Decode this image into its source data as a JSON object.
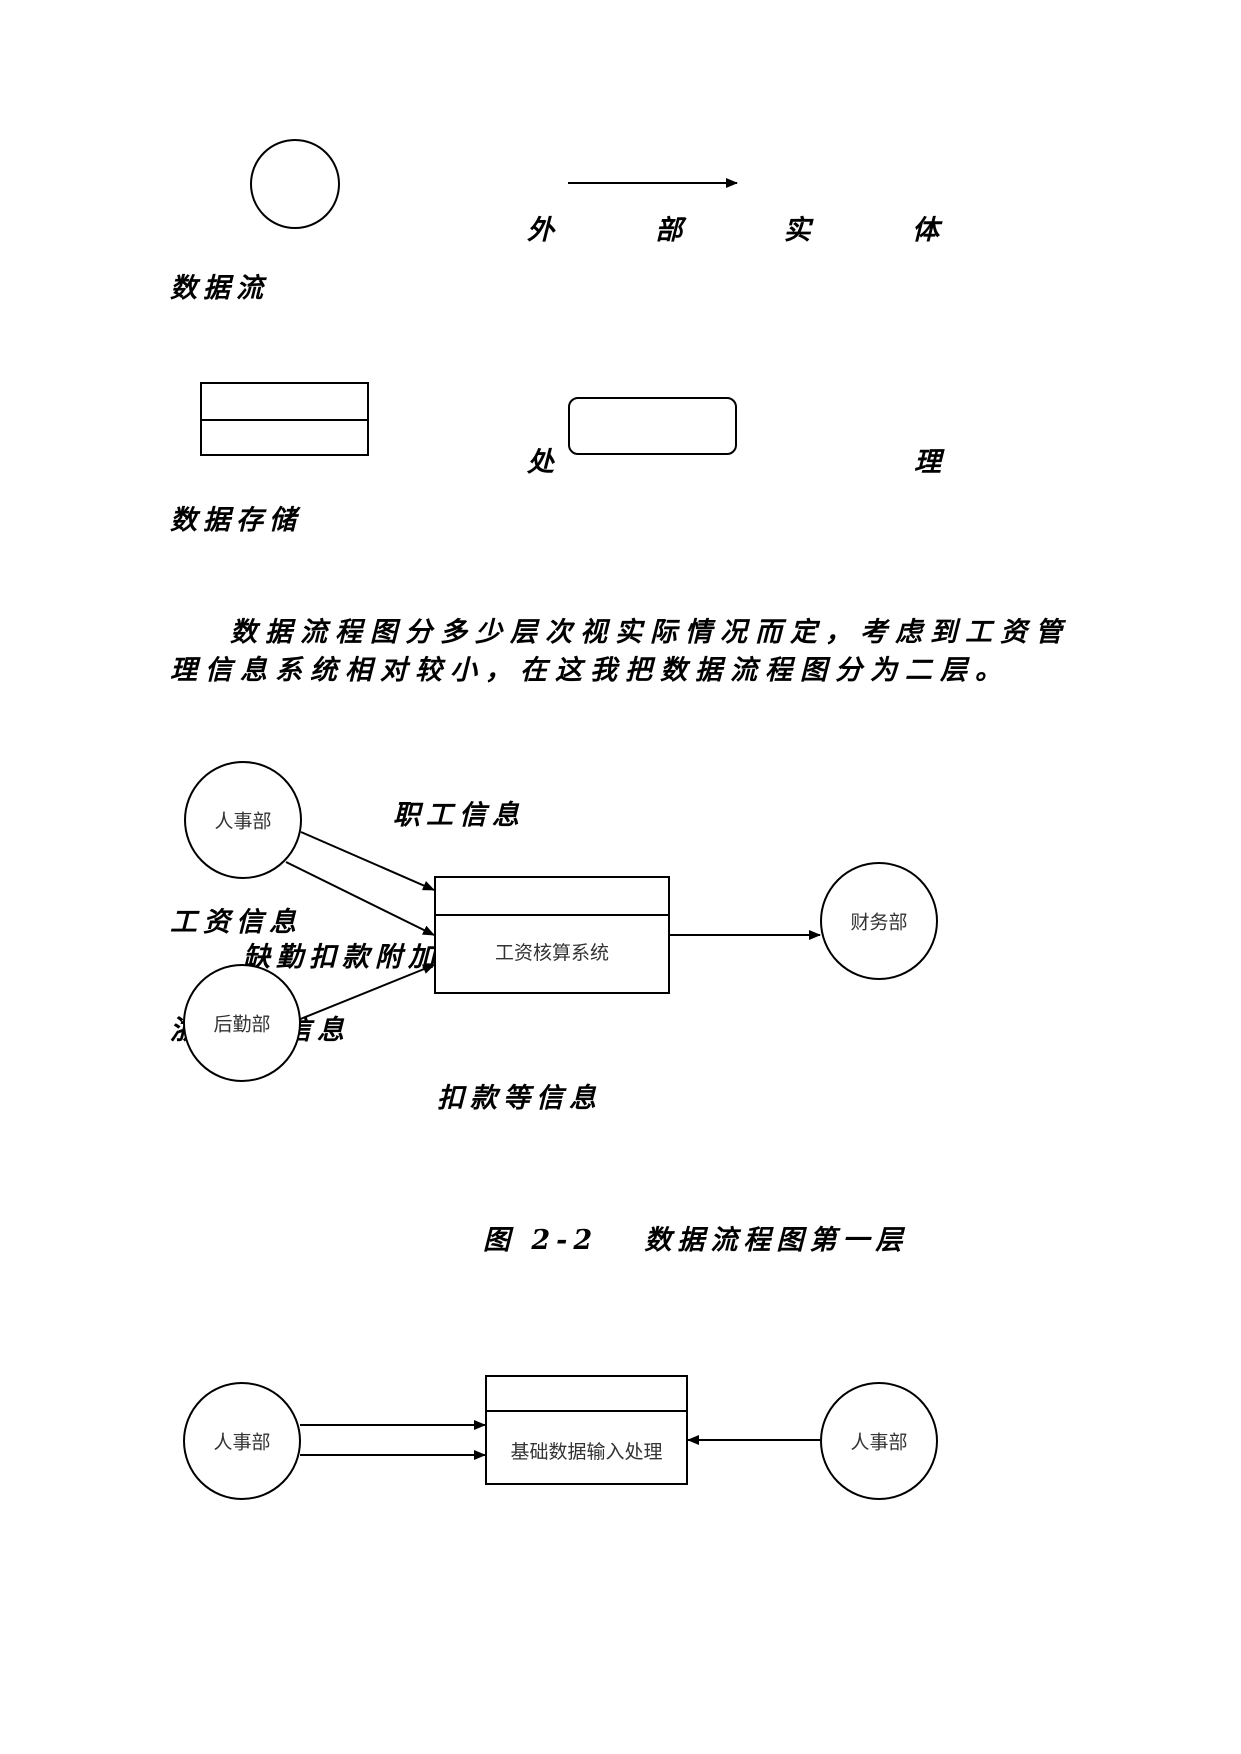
{
  "legend": {
    "external_entity": "外 部 实 体",
    "data_flow": "数据流",
    "data_store": "数据存储",
    "process_left": "处",
    "process_right": "理"
  },
  "paragraph": {
    "line1": "数据流程图分多少层次视实际情况而定，考虑到工资管",
    "line2": "理信息系统相对较小，在这我把数据流程图分为二层。"
  },
  "diagram1": {
    "entity_hr": "人事部",
    "entity_logistics": "后勤部",
    "entity_finance": "财务部",
    "process": "工资核算系统",
    "flow_employee_info": "职工信息",
    "flow_salary_info": "工资信息",
    "flow_absence_info": "缺勤扣款附加工",
    "flow_partial_left": "浙",
    "flow_partial_right": "信息",
    "flow_deduction_info": "扣款等信息",
    "caption": "图 2-2   数据流程图第一层"
  },
  "diagram2": {
    "entity_hr_left": "人事部",
    "entity_hr_right": "人事部",
    "process": "基础数据输入处理"
  }
}
